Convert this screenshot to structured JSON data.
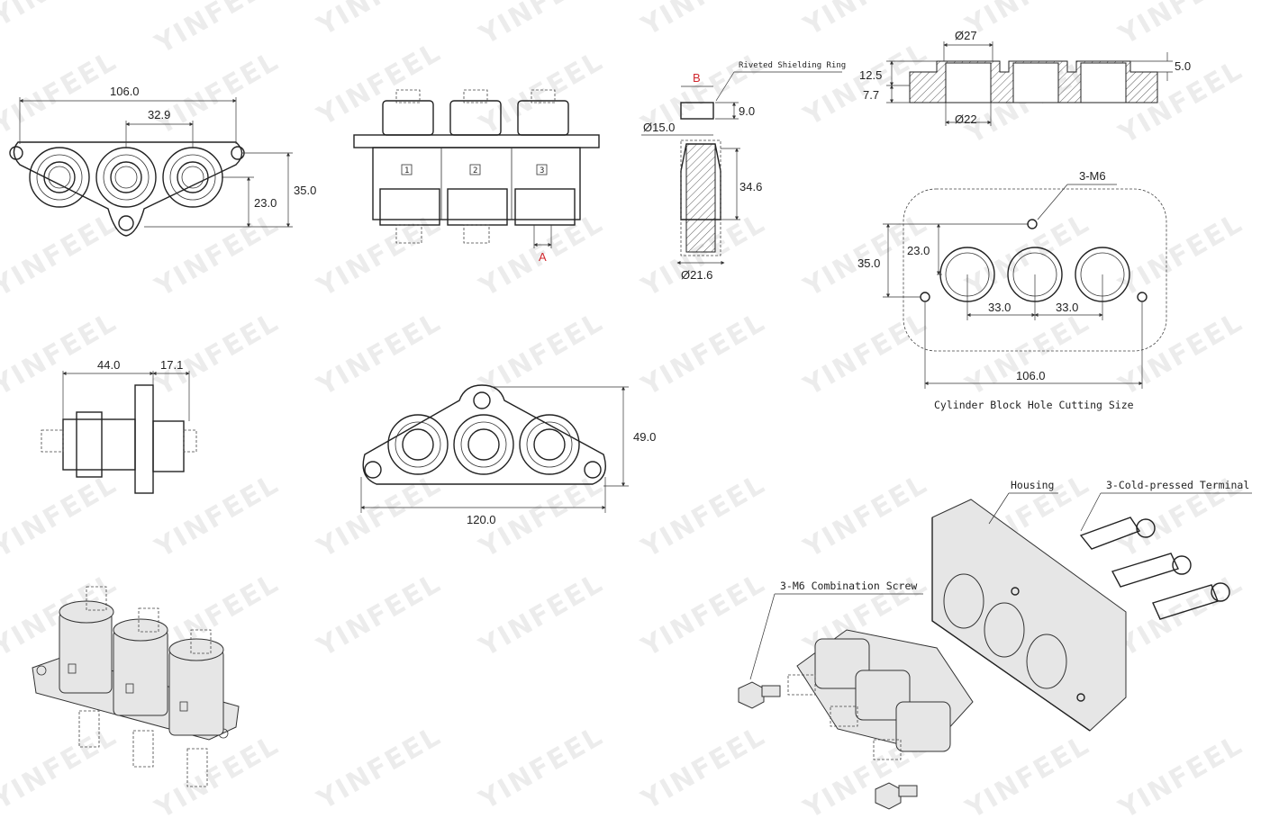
{
  "watermark": "YINFEEL",
  "dims": {
    "front_width": "106.0",
    "front_pitch": "32.9",
    "front_height": "35.0",
    "front_inner": "23.0",
    "side_depth": "44.0",
    "side_flange": "17.1",
    "rear_height": "49.0",
    "rear_width": "120.0",
    "ring_label": "B",
    "ring_h": "9.0",
    "ring_d_top": "Ø15.0",
    "ring_len": "34.6",
    "ring_d_bottom": "Ø21.6",
    "detail_a": "A",
    "sec_d27": "Ø27",
    "sec_125": "12.5",
    "sec_77": "7.7",
    "sec_50": "5.0",
    "sec_d22": "Ø22",
    "cut_m6": "3-M6",
    "cut_350": "35.0",
    "cut_230": "23.0",
    "cut_330a": "33.0",
    "cut_330b": "33.0",
    "cut_1060": "106.0"
  },
  "labels": {
    "riveted_ring": "Riveted Shielding Ring",
    "cut_title": "Cylinder Block Hole Cutting Size",
    "housing": "Housing",
    "terminal": "3-Cold-pressed Terminal",
    "screw": "3-M6 Combination Screw",
    "num1": "1",
    "num2": "2",
    "num3": "3"
  }
}
